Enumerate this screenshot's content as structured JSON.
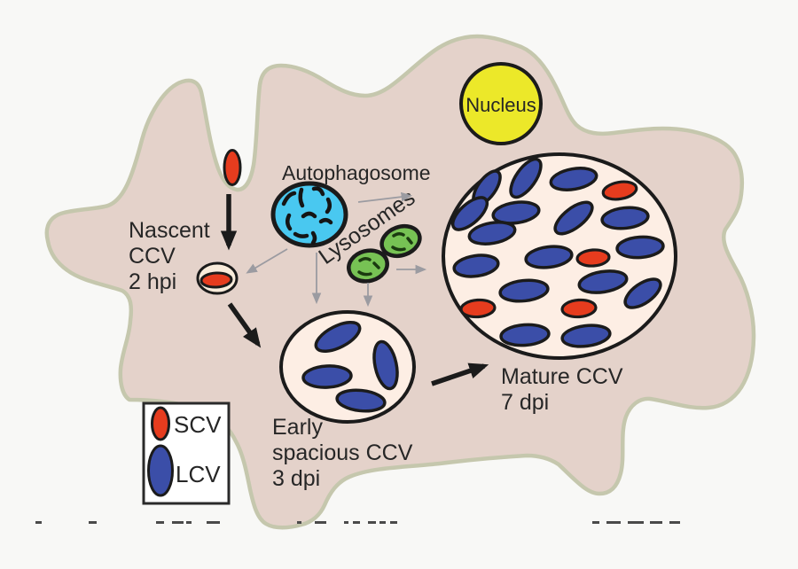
{
  "figure": {
    "type": "biology-diagram",
    "labels": {
      "nucleus": "Nucleus",
      "autophagosome": "Autophagosome",
      "lysosomes": "Lysosomes",
      "nascent_ccv": {
        "line1": "Nascent",
        "line2": "CCV",
        "line3": "2 hpi"
      },
      "early_ccv": {
        "line1": "Early",
        "line2": "spacious CCV",
        "line3": "3 dpi"
      },
      "mature_ccv": {
        "line1": "Mature CCV",
        "line2": "7 dpi"
      }
    },
    "legend": {
      "items": [
        {
          "id": "scv",
          "label": "SCV"
        },
        {
          "id": "lcv",
          "label": "LCV"
        }
      ]
    },
    "colors": {
      "scv": "#e63c1e",
      "lcv": "#3b4ea8",
      "nucleus": "#ece829",
      "autophagosome": "#49c8f0",
      "lysosome": "#77c254",
      "ccv_lumen": "#fdeee4",
      "nascent_lumen": "#f9ecdb",
      "cell_fill": "#e4d2ca",
      "cell_membrane": "#c5c7ad",
      "outline": "#1b1b1b",
      "arrow_gray": "#9b9ba1",
      "background": "#f8f8f6",
      "text": "#262626"
    },
    "bacteria": [
      {
        "container": "mature-ccv-bacteria",
        "type": "lcv",
        "stroke_width": 3.5,
        "items": [
          [
            593,
            201,
            25,
            11,
            -55
          ],
          [
            647,
            202,
            26,
            11.5,
            -10
          ],
          [
            549,
            212,
            22,
            10,
            -55
          ],
          [
            530,
            241,
            24,
            11,
            -42
          ],
          [
            582,
            240,
            26,
            11.5,
            -8
          ],
          [
            647,
            246,
            25,
            11,
            -38
          ],
          [
            705,
            246,
            26,
            11.5,
            -6
          ],
          [
            555,
            263,
            26,
            11.5,
            -10
          ],
          [
            722,
            279,
            26,
            11.5,
            -4
          ],
          [
            619,
            290,
            26,
            11.5,
            -7
          ],
          [
            537,
            300,
            25,
            11.5,
            -8
          ],
          [
            680,
            318,
            27,
            11.5,
            -9
          ],
          [
            591,
            328,
            27,
            11.5,
            -6
          ],
          [
            725,
            331,
            23,
            11,
            -35
          ],
          [
            592,
            378,
            27,
            11.5,
            -4
          ],
          [
            661,
            379,
            27,
            11.5,
            -7
          ]
        ]
      },
      {
        "container": "mature-ccv-bacteria",
        "type": "scv",
        "stroke_width": 3.2,
        "items": [
          [
            699,
            215,
            19,
            9.5,
            -10
          ],
          [
            669,
            291,
            18,
            9,
            -4
          ],
          [
            539,
            348,
            19,
            9.5,
            -4
          ],
          [
            653,
            348,
            19,
            9.5,
            -4
          ]
        ]
      },
      {
        "container": "early-ccv-bacteria",
        "type": "lcv",
        "stroke_width": 3.5,
        "items": [
          [
            381,
            380,
            27,
            12,
            -27
          ],
          [
            435,
            412,
            27,
            12,
            78
          ],
          [
            369,
            425,
            27,
            12,
            -3
          ],
          [
            407,
            452,
            27,
            11.5,
            6
          ]
        ]
      },
      {
        "container": "nascent-ccv-bacteria",
        "type": "scv",
        "stroke_width": 3,
        "items": [
          [
            244,
            316,
            17,
            8,
            -3
          ]
        ]
      },
      {
        "container": "free-bacteria",
        "type": "scv",
        "stroke_width": 3,
        "items": [
          [
            262,
            189,
            9,
            19.5,
            0
          ]
        ]
      },
      {
        "container": "legend-swatches",
        "type": "scv",
        "stroke_width": 3,
        "items": [
          [
            181,
            478,
            9.5,
            18,
            0
          ]
        ]
      },
      {
        "container": "legend-swatches",
        "type": "lcv",
        "stroke_width": 3,
        "items": [
          [
            181,
            531,
            13.5,
            28,
            0
          ]
        ]
      }
    ],
    "caption_fragments": [
      [
        40,
        7
      ],
      [
        100,
        9
      ],
      [
        176,
        9
      ],
      [
        194,
        13
      ],
      [
        210,
        6
      ],
      [
        233,
        15
      ],
      [
        335,
        5
      ],
      [
        355,
        13
      ],
      [
        388,
        5
      ],
      [
        398,
        8
      ],
      [
        415,
        9
      ],
      [
        428,
        7
      ],
      [
        440,
        8
      ],
      [
        668,
        8
      ],
      [
        684,
        16
      ],
      [
        708,
        18
      ],
      [
        733,
        14
      ],
      [
        755,
        12
      ]
    ]
  }
}
